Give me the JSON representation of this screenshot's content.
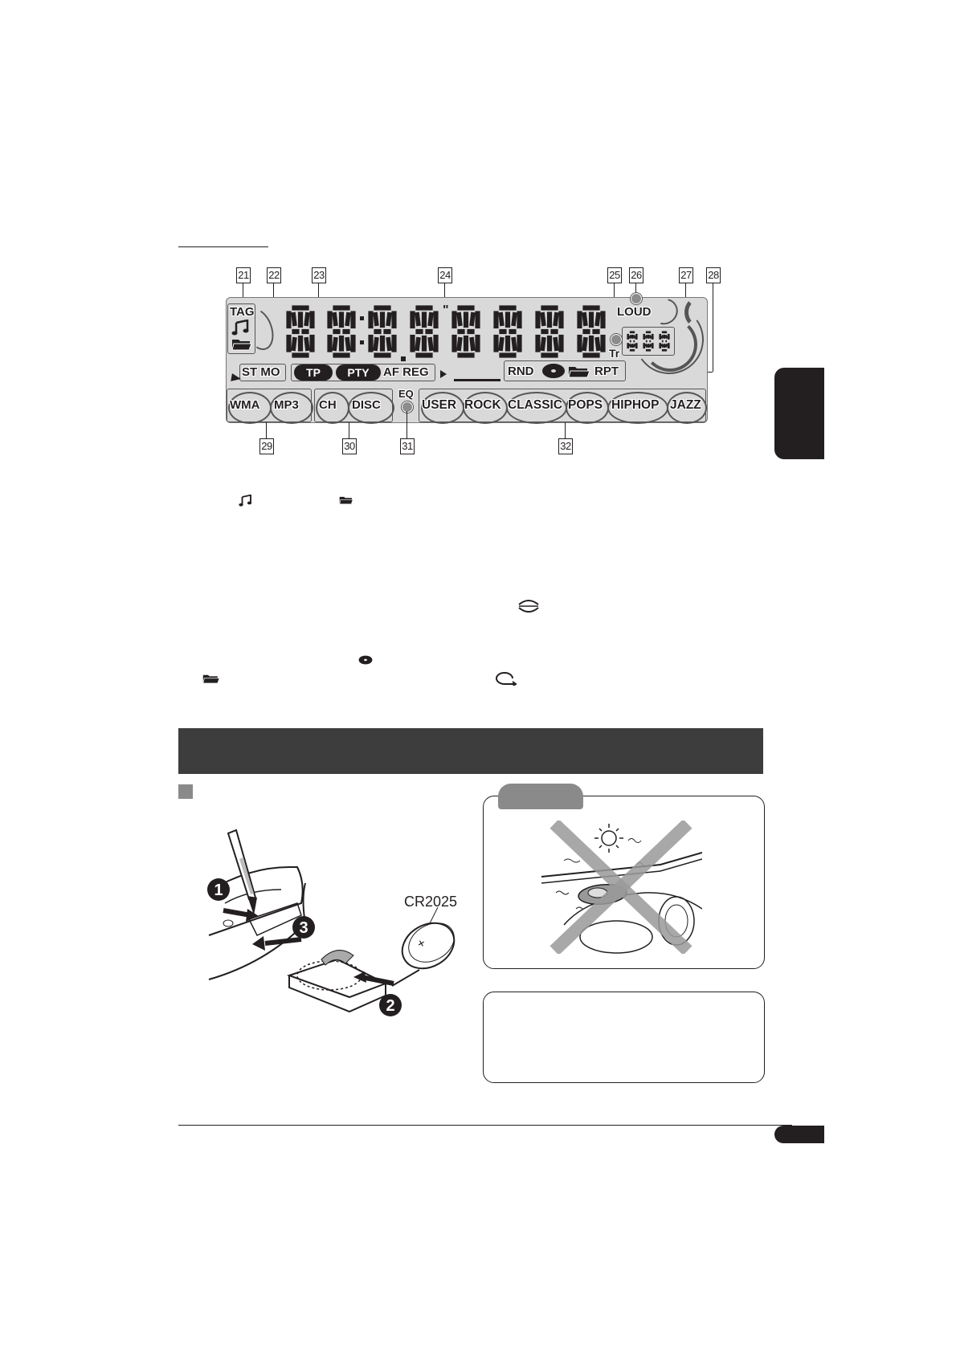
{
  "callouts": {
    "c21": "21",
    "c22": "22",
    "c23": "23",
    "c24": "24",
    "c25": "25",
    "c26": "26",
    "c27": "27",
    "c28": "28",
    "c29": "29",
    "c30": "30",
    "c31": "31",
    "c32": "32"
  },
  "lcd": {
    "tag": "TAG",
    "loud": "LOUD",
    "tr": "Tr",
    "st_mo": "ST MO",
    "tp": "TP",
    "pty": "PTY",
    "af_reg": "AF REG",
    "rnd": "RND",
    "rpt": "RPT",
    "eq": "EQ",
    "formats": [
      "WMA",
      "MP3"
    ],
    "sources": [
      "CH",
      "DISC"
    ],
    "eq_modes": [
      "USER",
      "ROCK",
      "CLASSIC",
      "POPS",
      "HIPHOP",
      "JAZZ"
    ]
  },
  "battery_figure": {
    "battery_label": "CR2025",
    "steps": [
      "1",
      "2",
      "3"
    ]
  },
  "colors": {
    "lcd_background": "#d9d9d9",
    "banner": "#3d3d3d",
    "tab": "#231f20",
    "caution_tab": "#8a8a8a",
    "cross": "#9a9a9a"
  }
}
